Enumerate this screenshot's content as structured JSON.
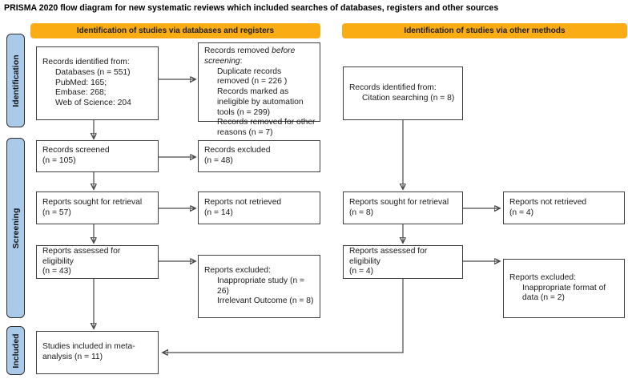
{
  "title": "PRISMA 2020 flow diagram for new systematic reviews which included searches of databases, registers and other sources",
  "colors": {
    "header_bg": "#F9AC14",
    "stage_bg": "#A9CBE9",
    "border": "#3f3f3f",
    "arrow": "#4a4a4a"
  },
  "headers": {
    "left": "Identification of studies via databases and registers",
    "right": "Identification of studies via other methods"
  },
  "stages": {
    "identification": "Identification",
    "screening": "Screening",
    "included": "Included"
  },
  "boxes": {
    "records_identified": {
      "title": "Records identified from:",
      "items": [
        "Databases (n = 551)",
        "PubMed: 165;",
        "Embase: 268;",
        "Web of Science: 204"
      ]
    },
    "records_removed": {
      "title_prefix": "Records removed ",
      "title_italic": "before screening",
      "title_suffix": ":",
      "items": [
        "Duplicate records removed (n = 226 )",
        "Records marked as ineligible by automation tools (n = 299)",
        "Records removed for other reasons (n = 7)"
      ]
    },
    "records_screened": {
      "line1": "Records screened",
      "line2": "(n = 105)"
    },
    "records_excluded": {
      "line1": "Records excluded",
      "line2": "(n = 48)"
    },
    "reports_sought_db": {
      "line1": "Reports sought for retrieval",
      "line2": "(n = 57)"
    },
    "reports_not_retrieved_db": {
      "line1": "Reports not retrieved",
      "line2": "(n = 14)"
    },
    "reports_assessed_db": {
      "line1": "Reports assessed for eligibility",
      "line2": "(n = 43)"
    },
    "reports_excluded_db": {
      "title": "Reports excluded:",
      "items": [
        "Inappropriate study (n = 26)",
        "Irrelevant Outcome (n = 8)"
      ]
    },
    "studies_included": {
      "line1": "Studies included in meta-",
      "line2": "analysis (n = 11)"
    },
    "records_identified_other": {
      "title": "Records identified from:",
      "items": [
        "Citation searching (n = 8)"
      ]
    },
    "reports_sought_other": {
      "line1": "Reports sought for retrieval",
      "line2": "(n = 8)"
    },
    "reports_not_retrieved_other": {
      "line1": "Reports not retrieved",
      "line2": "(n = 4)"
    },
    "reports_assessed_other": {
      "line1": "Reports assessed for eligibility",
      "line2": "(n = 4)"
    },
    "reports_excluded_other": {
      "title": "Reports excluded:",
      "items": [
        "Inappropriate format of data (n = 2)"
      ]
    }
  }
}
